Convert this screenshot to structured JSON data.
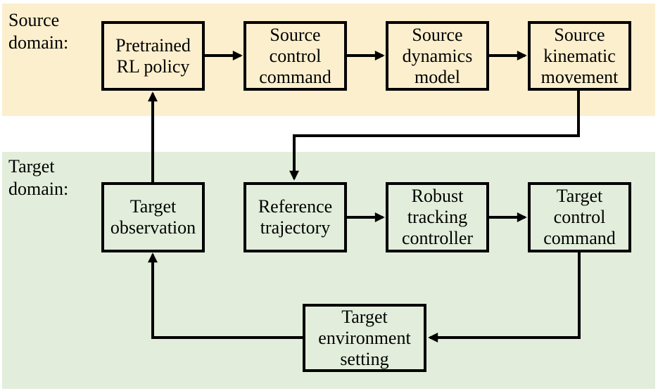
{
  "colors": {
    "source_band": "#FCEFCD",
    "target_band": "#E2EEDB",
    "box_border": "#000000",
    "arrow": "#000000",
    "text": "#000000",
    "background": "#FFFFFF"
  },
  "bands": {
    "source": {
      "label": "Source\ndomain:"
    },
    "target": {
      "label": "Target\ndomain:"
    }
  },
  "nodes": {
    "pretrained_rl_policy": {
      "label": "Pretrained\nRL policy"
    },
    "source_control_command": {
      "label": "Source\ncontrol\ncommand"
    },
    "source_dynamics_model": {
      "label": "Source\ndynamics\nmodel"
    },
    "source_kinematic_movement": {
      "label": "Source\nkinematic\nmovement"
    },
    "target_observation": {
      "label": "Target\nobservation"
    },
    "reference_trajectory": {
      "label": "Reference\ntrajectory"
    },
    "robust_tracking_controller": {
      "label": "Robust\ntracking\ncontroller"
    },
    "target_control_command": {
      "label": "Target\ncontrol\ncommand"
    },
    "target_environment_setting": {
      "label": "Target\nenvironment\nsetting"
    }
  },
  "edges": [
    {
      "from": "pretrained_rl_policy",
      "to": "source_control_command"
    },
    {
      "from": "source_control_command",
      "to": "source_dynamics_model"
    },
    {
      "from": "source_dynamics_model",
      "to": "source_kinematic_movement"
    },
    {
      "from": "source_kinematic_movement",
      "to": "reference_trajectory"
    },
    {
      "from": "reference_trajectory",
      "to": "robust_tracking_controller"
    },
    {
      "from": "robust_tracking_controller",
      "to": "target_control_command"
    },
    {
      "from": "target_control_command",
      "to": "target_environment_setting"
    },
    {
      "from": "target_environment_setting",
      "to": "target_observation"
    },
    {
      "from": "target_observation",
      "to": "pretrained_rl_policy"
    }
  ]
}
